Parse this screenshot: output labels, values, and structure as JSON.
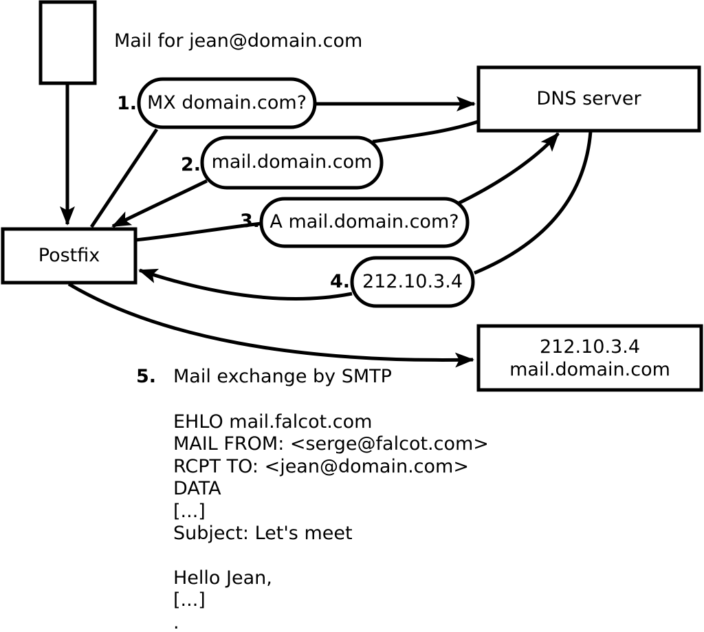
{
  "diagram": {
    "title": "Mail for jean@domain.com",
    "nodes": {
      "postfix": "Postfix",
      "dns_server": "DNS server",
      "mailserver_line1": "212.10.3.4",
      "mailserver_line2": "mail.domain.com"
    },
    "steps": [
      {
        "num": "1.",
        "label": "MX domain.com?"
      },
      {
        "num": "2.",
        "label": "mail.domain.com"
      },
      {
        "num": "3.",
        "label": "A mail.domain.com?"
      },
      {
        "num": "4.",
        "label": "212.10.3.4"
      },
      {
        "num": "5.",
        "label": "Mail exchange by SMTP"
      }
    ],
    "smtp_lines": [
      "EHLO mail.falcot.com",
      "MAIL FROM: <serge@falcot.com>",
      "RCPT TO: <jean@domain.com>",
      "DATA",
      "[...]",
      "Subject: Let's meet",
      "",
      "Hello Jean,",
      "[...]",
      "."
    ]
  },
  "colors": {
    "line": "#000000",
    "background": "#ffffff",
    "node_fill": "#ffffff"
  }
}
